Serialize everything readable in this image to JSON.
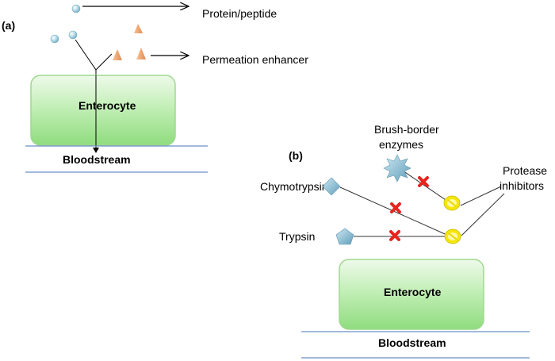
{
  "panel_a": {
    "tag": "(a)",
    "label_protein": "Protein/peptide",
    "label_enhancer": "Permeation enhancer",
    "cell_label": "Enterocyte",
    "blood_label": "Bloodstream"
  },
  "panel_b": {
    "tag": "(b)",
    "label_brush_line1": "Brush-border",
    "label_brush_line2": "enzymes",
    "label_protease_line1": "Protease",
    "label_protease_line2": "inhibitors",
    "label_chymotrypsin": "Chymotrypsin",
    "label_trypsin": "Trypsin",
    "cell_label": "Enterocyte",
    "blood_label": "Bloodstream"
  },
  "colors": {
    "cell_fill_light": "#e6f8e0",
    "cell_fill_dark": "#99e08a",
    "cell_stroke": "#8fd07f",
    "membrane_line": "#6b8fc7",
    "peptide": "#9ecfe3",
    "enhancer": "#f0a46a",
    "enzyme": "#7fb4cc",
    "blocker": "#e8241e",
    "inhibitor": "#f5e60a"
  },
  "icons": [
    "peptide-sphere-icon",
    "enhancer-cone-icon",
    "star-enzyme-icon",
    "diamond-enzyme-icon",
    "pentagon-enzyme-icon",
    "block-x-icon",
    "inhibitor-prohibit-icon"
  ]
}
